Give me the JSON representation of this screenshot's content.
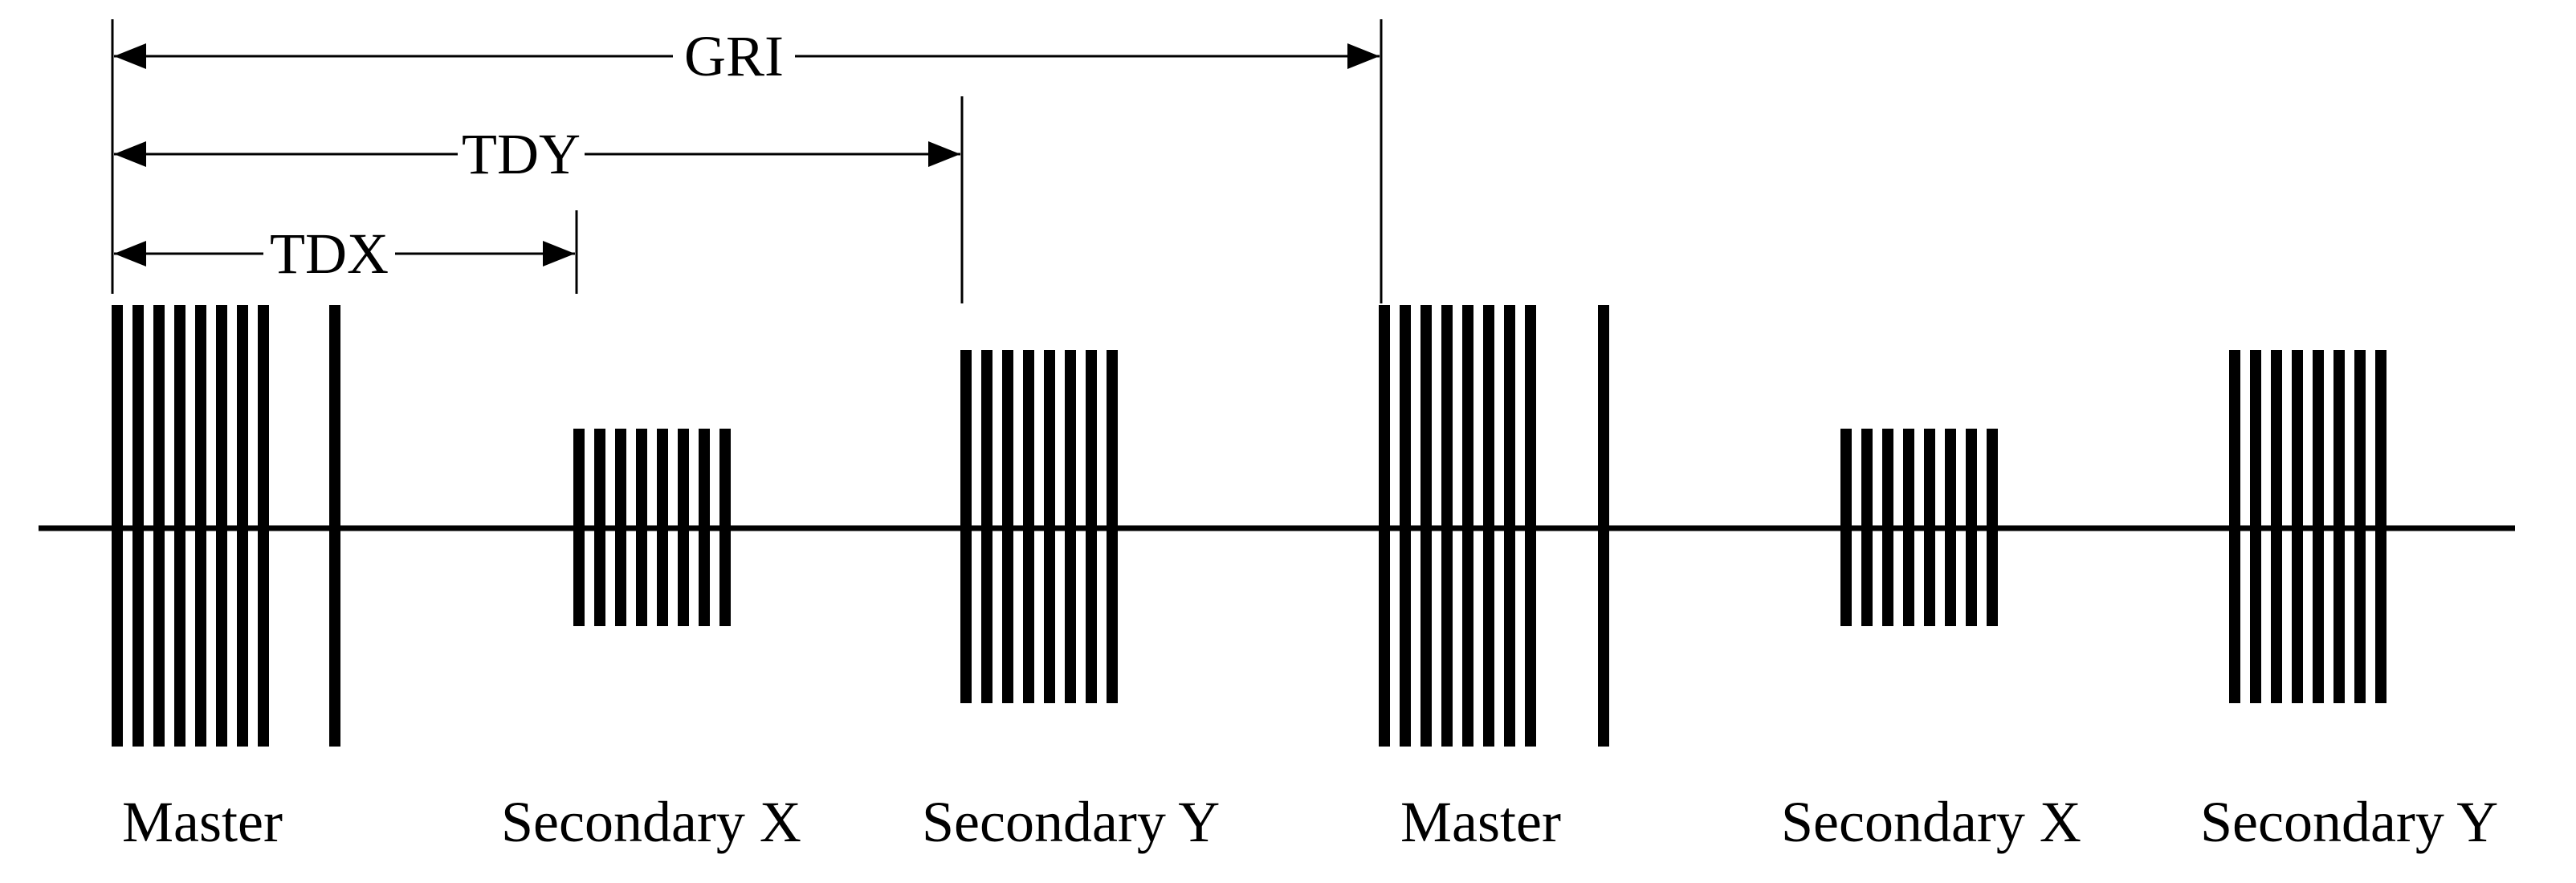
{
  "dimensions": {
    "gri": "GRI",
    "tdy": "TDY",
    "tdx": "TDX"
  },
  "groups": {
    "master_1": "Master",
    "secondary_x_1": "Secondary X",
    "secondary_y_1": "Secondary Y",
    "master_2": "Master",
    "secondary_x_2": "Secondary X",
    "secondary_y_2": "Secondary Y"
  },
  "pulse_counts": {
    "master": 8,
    "master_extra": 1,
    "secondary": 8
  },
  "colors": {
    "ink": "#000000",
    "background": "#ffffff"
  }
}
